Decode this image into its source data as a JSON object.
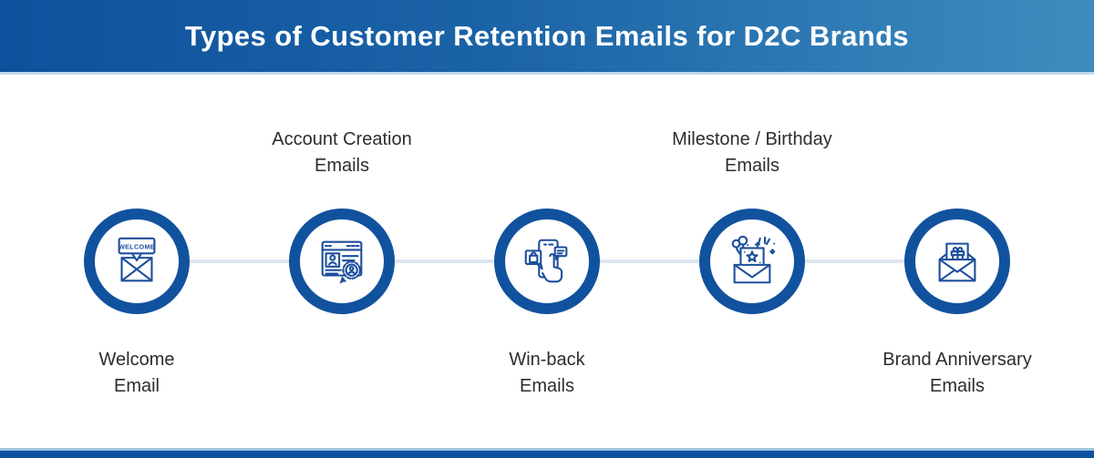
{
  "header": {
    "title": "Types of Customer Retention Emails for D2C Brands"
  },
  "colors": {
    "header_gradient_left": "#0E519C",
    "header_gradient_right": "#3E8CBF",
    "header_text": "#FFFFFF",
    "accent_rule_light_blue": "#BEDAEE",
    "circle_ring": "#11529E",
    "icon_stroke": "#1D4F9C",
    "connector_line": "#DCE4F0",
    "label_text": "#2D2D2D",
    "footer_bar": "#11529E"
  },
  "steps": [
    {
      "id": "welcome-email",
      "label": "Welcome\nEmail",
      "label_position": "below",
      "icon": "welcome-envelope-icon",
      "icon_text": "WELCOME"
    },
    {
      "id": "account-creation-emails",
      "label": "Account Creation\nEmails",
      "label_position": "above",
      "icon": "account-creation-browser-icon"
    },
    {
      "id": "win-back-emails",
      "label": "Win-back\nEmails",
      "label_position": "below",
      "icon": "phone-winback-icon"
    },
    {
      "id": "milestone-birthday-emails",
      "label": "Milestone / Birthday\nEmails",
      "label_position": "above",
      "icon": "celebration-envelope-icon"
    },
    {
      "id": "brand-anniversary-emails",
      "label": "Brand Anniversary\nEmails",
      "label_position": "below",
      "icon": "gift-envelope-icon"
    }
  ]
}
